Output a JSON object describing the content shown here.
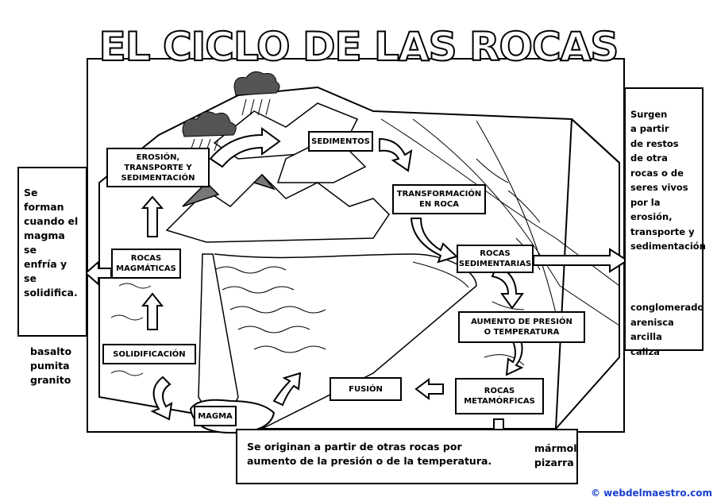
{
  "title": "EL CICLO DE LAS ROCAS",
  "labels": {
    "erosion": "EROSIÓN,\nTRANSPORTE Y\nSEDIMENTACIÓN",
    "sedimentos": "SEDIMENTOS",
    "transformacion": "TRANSFORMACIÓN\nEN ROCA",
    "rocas_sedimentarias": "ROCAS\nSEDIMENTARIAS",
    "aumento": "AUMENTO DE PRESIÓN\nO TEMPERATURA",
    "rocas_metamorficas": "ROCAS\nMETAMÓRFICAS",
    "fusion": "FUSIÓN",
    "magma": "MAGMA",
    "solidificacion": "SOLIDIFICACIÓN",
    "rocas_magmaticas": "ROCAS\nMAGMÁTICAS"
  },
  "left_panel": {
    "description": "Se forman\ncuando el\nmagma se\nenfría y se\nsolidifica.",
    "examples": "basalto\npumita\ngranito"
  },
  "right_panel": {
    "description": "Surgen\na partir\nde restos\nde otra\nrocas o de\nseres vivos\npor la\nerosión,\ntransporte y\nsedimentación",
    "examples": "conglomerado\narenisca\narcilla\ncaliza"
  },
  "bottom_panel": {
    "description": "Se originan a partir de otras rocas por\naumento de la presión o de la temperatura.",
    "examples": "mármol\npizarra"
  },
  "footer": "© webdelmaestro.com"
}
